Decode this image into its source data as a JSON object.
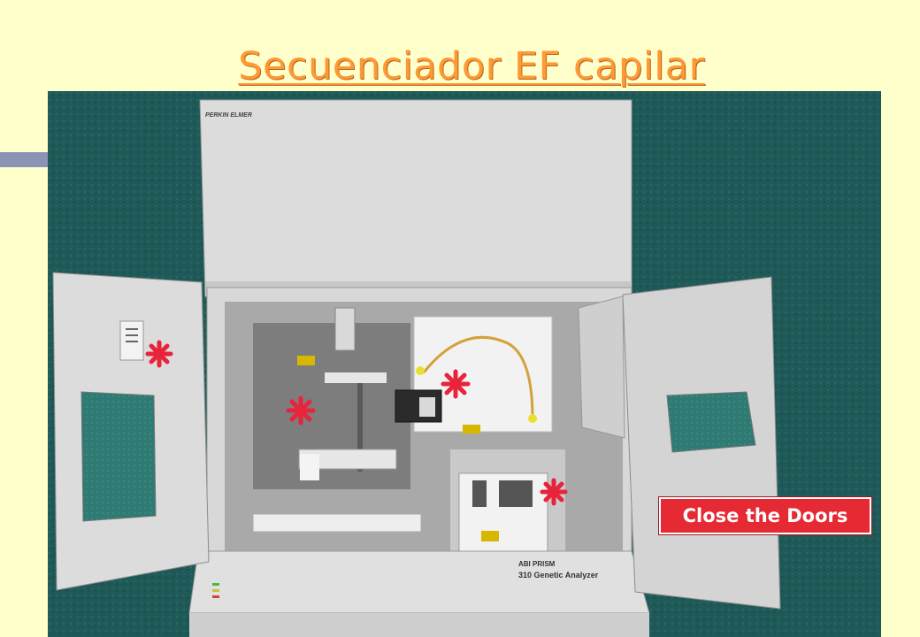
{
  "slide": {
    "title": "Secuenciador EF capilar"
  },
  "instrument": {
    "brand": "PERKIN ELMER",
    "model_line1": "ABI PRISM",
    "model_line2": "310 Genetic Analyzer"
  },
  "overlay_button": {
    "label": "Close the Doors"
  },
  "colors": {
    "slide_background": "#ffffcc",
    "title": "#ff9933",
    "title_bar": "#8b94b4",
    "photo_background": "#1f5a58",
    "button": "#e52a33",
    "marker": "#e8243c"
  },
  "icons": {
    "marker": "asterisk-marker-icon",
    "warning": "warning-label-icon"
  }
}
